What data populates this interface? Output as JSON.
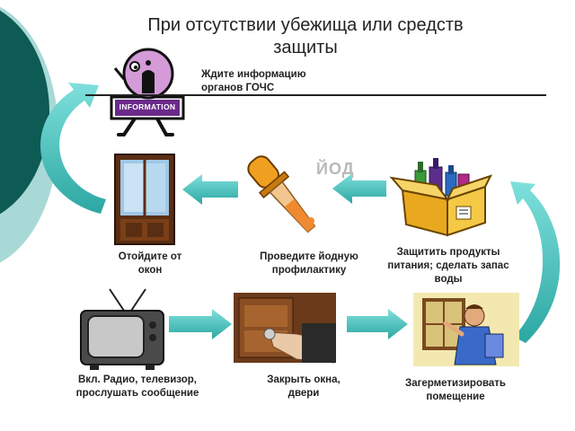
{
  "slide": {
    "title": "При отсутствии убежища или средств защиты",
    "info_caption": "Ждите информацию органов ГОЧС",
    "info_sign_text": "INFORMATION",
    "iod_label": "ЙОД",
    "steps": {
      "windows": "Отойдите от окон",
      "iodine": "Проведите йодную профилактику",
      "food": "Защитить продукты питания; сделать запас воды",
      "tv": "Вкл. Радио, телевизор, прослушать сообщение",
      "close": "Закрыть окна, двери",
      "seal": "Загерметизировать помещение"
    }
  },
  "colors": {
    "teal_dark": "#0e5a55",
    "teal_mid": "#2f9a96",
    "teal_light": "#a9d9d6",
    "arrow": "#3cb8b3"
  }
}
